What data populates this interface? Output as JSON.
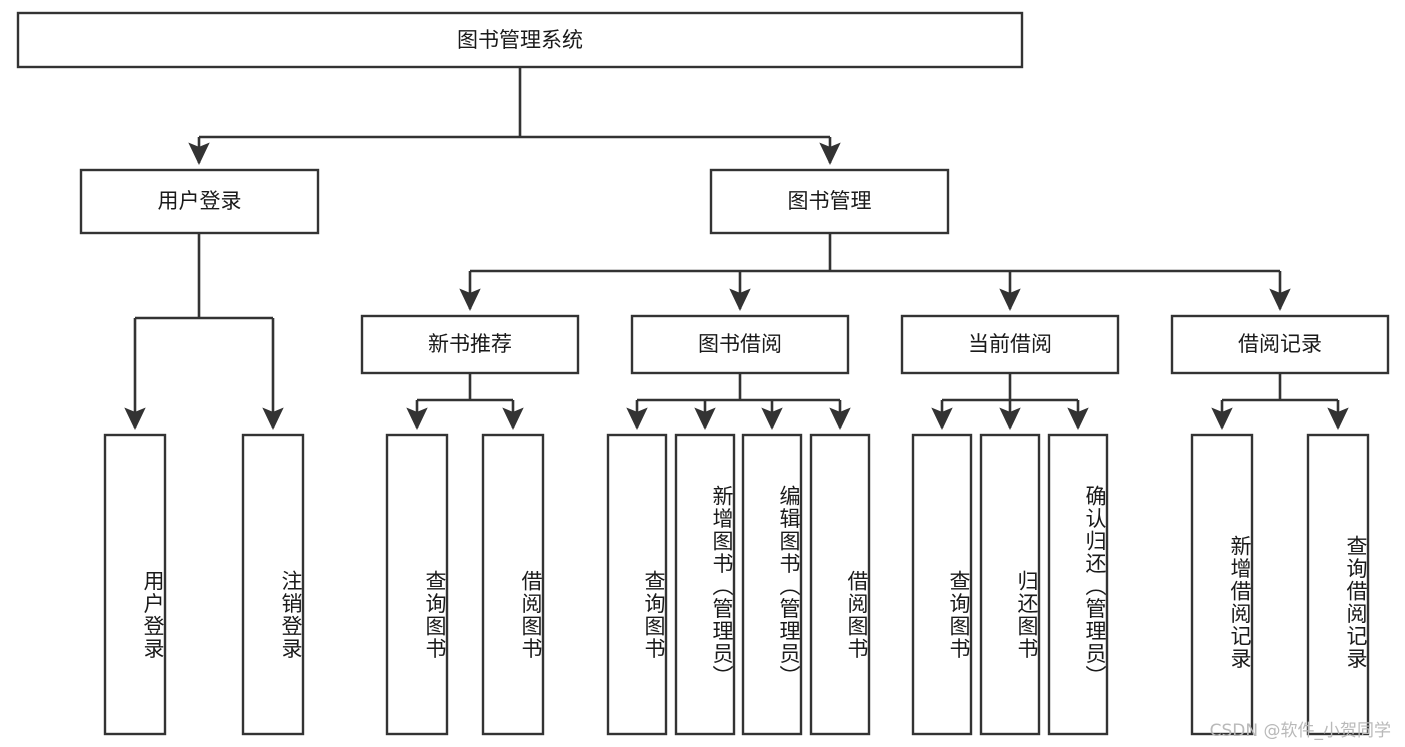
{
  "diagram": {
    "type": "tree-hierarchy",
    "title": "图书管理系统",
    "orientation": "top-down",
    "colors": {
      "box_stroke": "#333333",
      "box_fill": "#ffffff",
      "text": "#1a1a1a",
      "watermark": "#b9b9b9",
      "background": "#ffffff"
    },
    "root": {
      "label": "图书管理系统"
    },
    "level2": [
      {
        "label": "用户登录"
      },
      {
        "label": "图书管理"
      }
    ],
    "level3": [
      {
        "label": "新书推荐"
      },
      {
        "label": "图书借阅"
      },
      {
        "label": "当前借阅"
      },
      {
        "label": "借阅记录"
      }
    ],
    "leaves": {
      "user_login": [
        {
          "label": "用户登录"
        },
        {
          "label": "注销登录"
        }
      ],
      "new_book_recommend": [
        {
          "label": "查询图书"
        },
        {
          "label": "借阅图书"
        }
      ],
      "book_borrow": [
        {
          "label": "查询图书"
        },
        {
          "label": "新增图书（管理员）"
        },
        {
          "label": "编辑图书（管理员）"
        },
        {
          "label": "借阅图书"
        }
      ],
      "current_borrow": [
        {
          "label": "查询图书"
        },
        {
          "label": "归还图书"
        },
        {
          "label": "确认归还（管理员）"
        }
      ],
      "borrow_record": [
        {
          "label": "新增借阅记录"
        },
        {
          "label": "查询借阅记录"
        }
      ]
    },
    "watermark": "CSDN @软件_小贺同学"
  }
}
